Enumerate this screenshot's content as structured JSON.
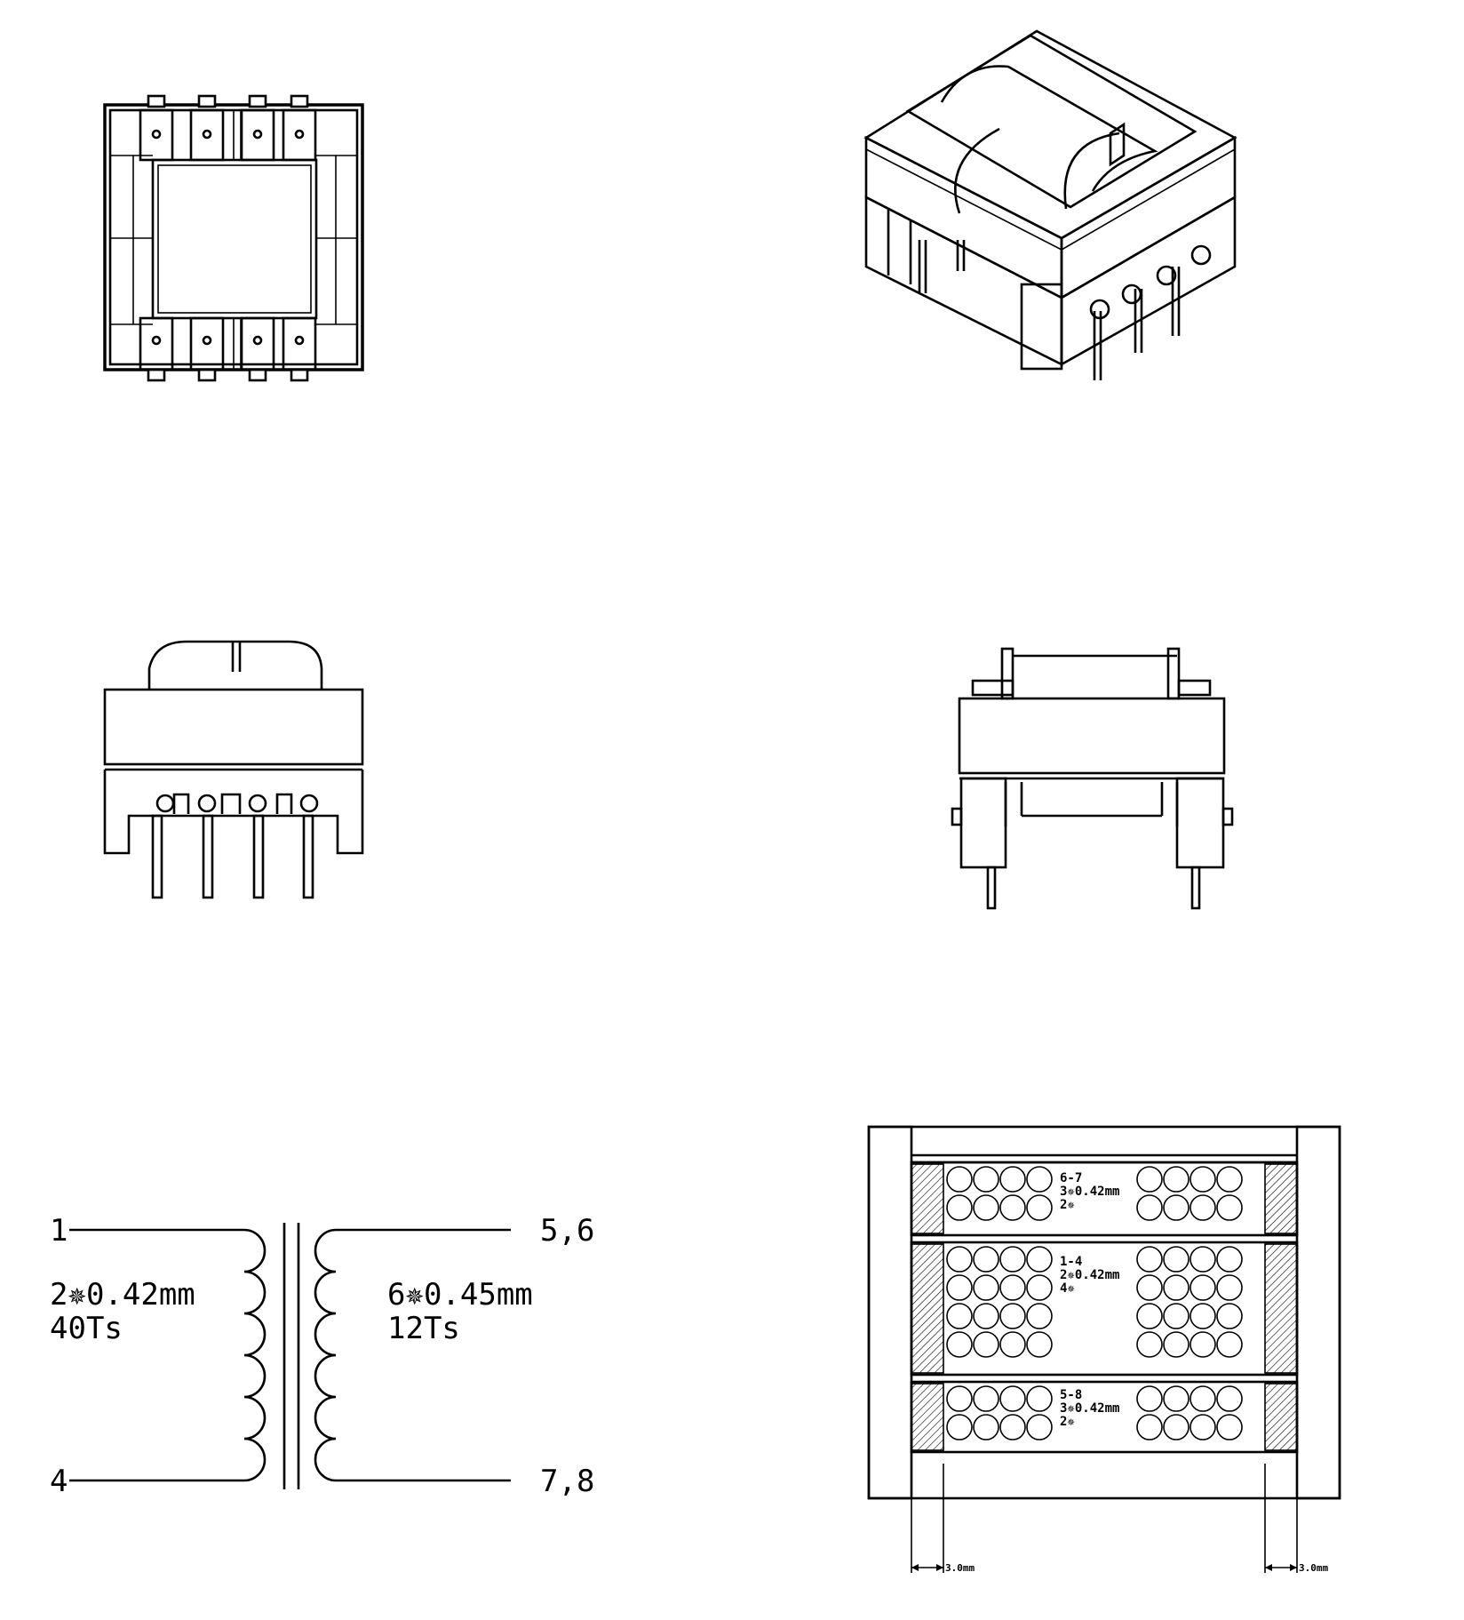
{
  "schematic": {
    "primary_start": "1",
    "primary_end": "4",
    "primary_wire": "2✵0.42mm",
    "primary_turns": "40Ts",
    "secondary_start": "5,6",
    "secondary_end": "7,8",
    "secondary_wire": "6✵0.45mm",
    "secondary_turns": "12Ts"
  },
  "cross_section": {
    "layers": [
      {
        "pins": "6-7",
        "wire": "3✵0.42mm",
        "turns": "2✵"
      },
      {
        "pins": "1-4",
        "wire": "2✵0.42mm",
        "turns": "4✵"
      },
      {
        "pins": "5-8",
        "wire": "3✵0.42mm",
        "turns": "2✵"
      }
    ],
    "margin_left": "3.0mm",
    "margin_right": "3.0mm"
  }
}
